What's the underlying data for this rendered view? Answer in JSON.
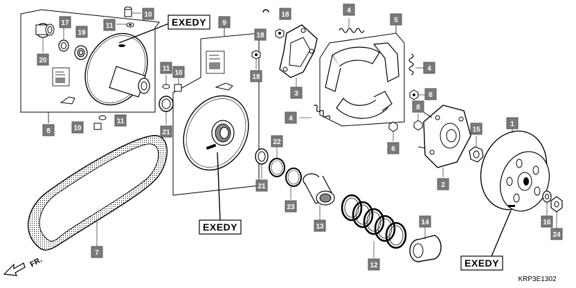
{
  "brand_label": "EXEDY",
  "diagram_code": "KRP3E1302",
  "front_label": "FR.",
  "callouts": [
    {
      "id": "c10a",
      "label": "10"
    },
    {
      "id": "c11a",
      "label": "11"
    },
    {
      "id": "c17",
      "label": "17"
    },
    {
      "id": "c19",
      "label": "19"
    },
    {
      "id": "c20",
      "label": "20"
    },
    {
      "id": "c8",
      "label": "8"
    },
    {
      "id": "c10b",
      "label": "10"
    },
    {
      "id": "c11b",
      "label": "11"
    },
    {
      "id": "c9",
      "label": "9"
    },
    {
      "id": "c11c",
      "label": "11"
    },
    {
      "id": "c10c",
      "label": "10"
    },
    {
      "id": "c21a",
      "label": "21"
    },
    {
      "id": "c18a",
      "label": "18"
    },
    {
      "id": "c18b",
      "label": "18"
    },
    {
      "id": "c18c",
      "label": "18"
    },
    {
      "id": "c3",
      "label": "3"
    },
    {
      "id": "c4a",
      "label": "4"
    },
    {
      "id": "c5",
      "label": "5"
    },
    {
      "id": "c4b",
      "label": "4"
    },
    {
      "id": "c4c",
      "label": "4"
    },
    {
      "id": "c6a",
      "label": "6"
    },
    {
      "id": "c8b",
      "label": "8"
    },
    {
      "id": "c6b",
      "label": "6"
    },
    {
      "id": "c1",
      "label": "1"
    },
    {
      "id": "c15",
      "label": "15"
    },
    {
      "id": "c2",
      "label": "2"
    },
    {
      "id": "c22",
      "label": "22"
    },
    {
      "id": "c21b",
      "label": "21"
    },
    {
      "id": "c23",
      "label": "23"
    },
    {
      "id": "c13",
      "label": "13"
    },
    {
      "id": "c14",
      "label": "14"
    },
    {
      "id": "c12",
      "label": "12"
    },
    {
      "id": "c16",
      "label": "16"
    },
    {
      "id": "c24",
      "label": "24"
    },
    {
      "id": "c7",
      "label": "7"
    }
  ]
}
